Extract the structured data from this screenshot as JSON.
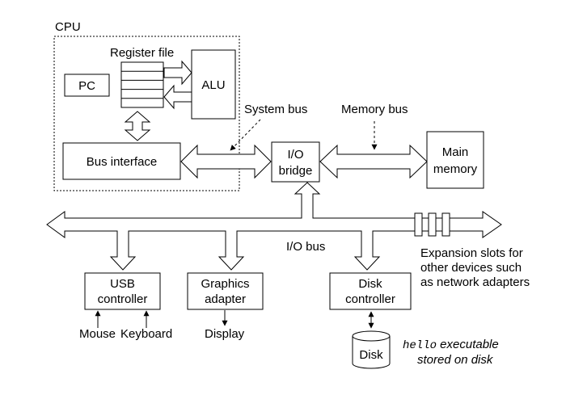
{
  "cpu": {
    "label": "CPU",
    "register_file_label": "Register file",
    "pc_label": "PC",
    "alu_label": "ALU",
    "bus_interface_label": "Bus interface"
  },
  "buses": {
    "system_bus_label": "System bus",
    "memory_bus_label": "Memory bus",
    "io_bus_label": "I/O bus"
  },
  "io_bridge": {
    "line1": "I/O",
    "line2": "bridge"
  },
  "main_memory": {
    "line1": "Main",
    "line2": "memory"
  },
  "expansion": {
    "line1": "Expansion slots for",
    "line2": "other devices such",
    "line3": "as network adapters"
  },
  "usb": {
    "line1": "USB",
    "line2": "controller",
    "mouse_label": "Mouse",
    "keyboard_label": "Keyboard"
  },
  "graphics": {
    "line1": "Graphics",
    "line2": "adapter",
    "display_label": "Display"
  },
  "disk_controller": {
    "line1": "Disk",
    "line2": "controller"
  },
  "disk": {
    "label": "Disk",
    "caption_mono": "hello",
    "caption_rest": " executable",
    "caption_line2": "stored on disk"
  }
}
